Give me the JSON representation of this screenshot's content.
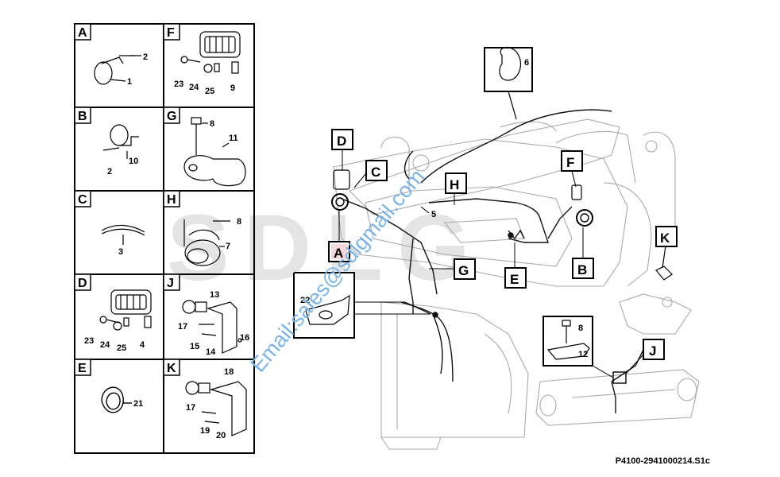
{
  "watermark": {
    "brand": "SDLG",
    "email": "Email:sales@sdlgmail.com"
  },
  "panels": {
    "A": {
      "letter": "A",
      "parts": [
        "1",
        "2"
      ]
    },
    "B": {
      "letter": "B",
      "parts": [
        "2",
        "10"
      ]
    },
    "C": {
      "letter": "C",
      "parts": [
        "3"
      ]
    },
    "D": {
      "letter": "D",
      "parts": [
        "23",
        "24",
        "25",
        "4"
      ]
    },
    "E": {
      "letter": "E",
      "parts": [
        "21"
      ]
    },
    "F": {
      "letter": "F",
      "parts": [
        "23",
        "24",
        "25",
        "9"
      ]
    },
    "G": {
      "letter": "G",
      "parts": [
        "8",
        "11"
      ]
    },
    "H": {
      "letter": "H",
      "parts": [
        "8",
        "7"
      ]
    },
    "J": {
      "letter": "J",
      "parts": [
        "13",
        "17",
        "16",
        "15",
        "14"
      ]
    },
    "K": {
      "letter": "K",
      "parts": [
        "18",
        "17",
        "19",
        "20"
      ]
    }
  },
  "callouts": {
    "A": "A",
    "B": "B",
    "C": "C",
    "D": "D",
    "E": "E",
    "F": "F",
    "G": "G",
    "H": "H",
    "J": "J",
    "K": "K"
  },
  "detail_numbers": {
    "n6": "6",
    "n5": "5",
    "n22": "22",
    "n8": "8",
    "n12": "12"
  },
  "reference": "P4100-2941000214.S1c"
}
